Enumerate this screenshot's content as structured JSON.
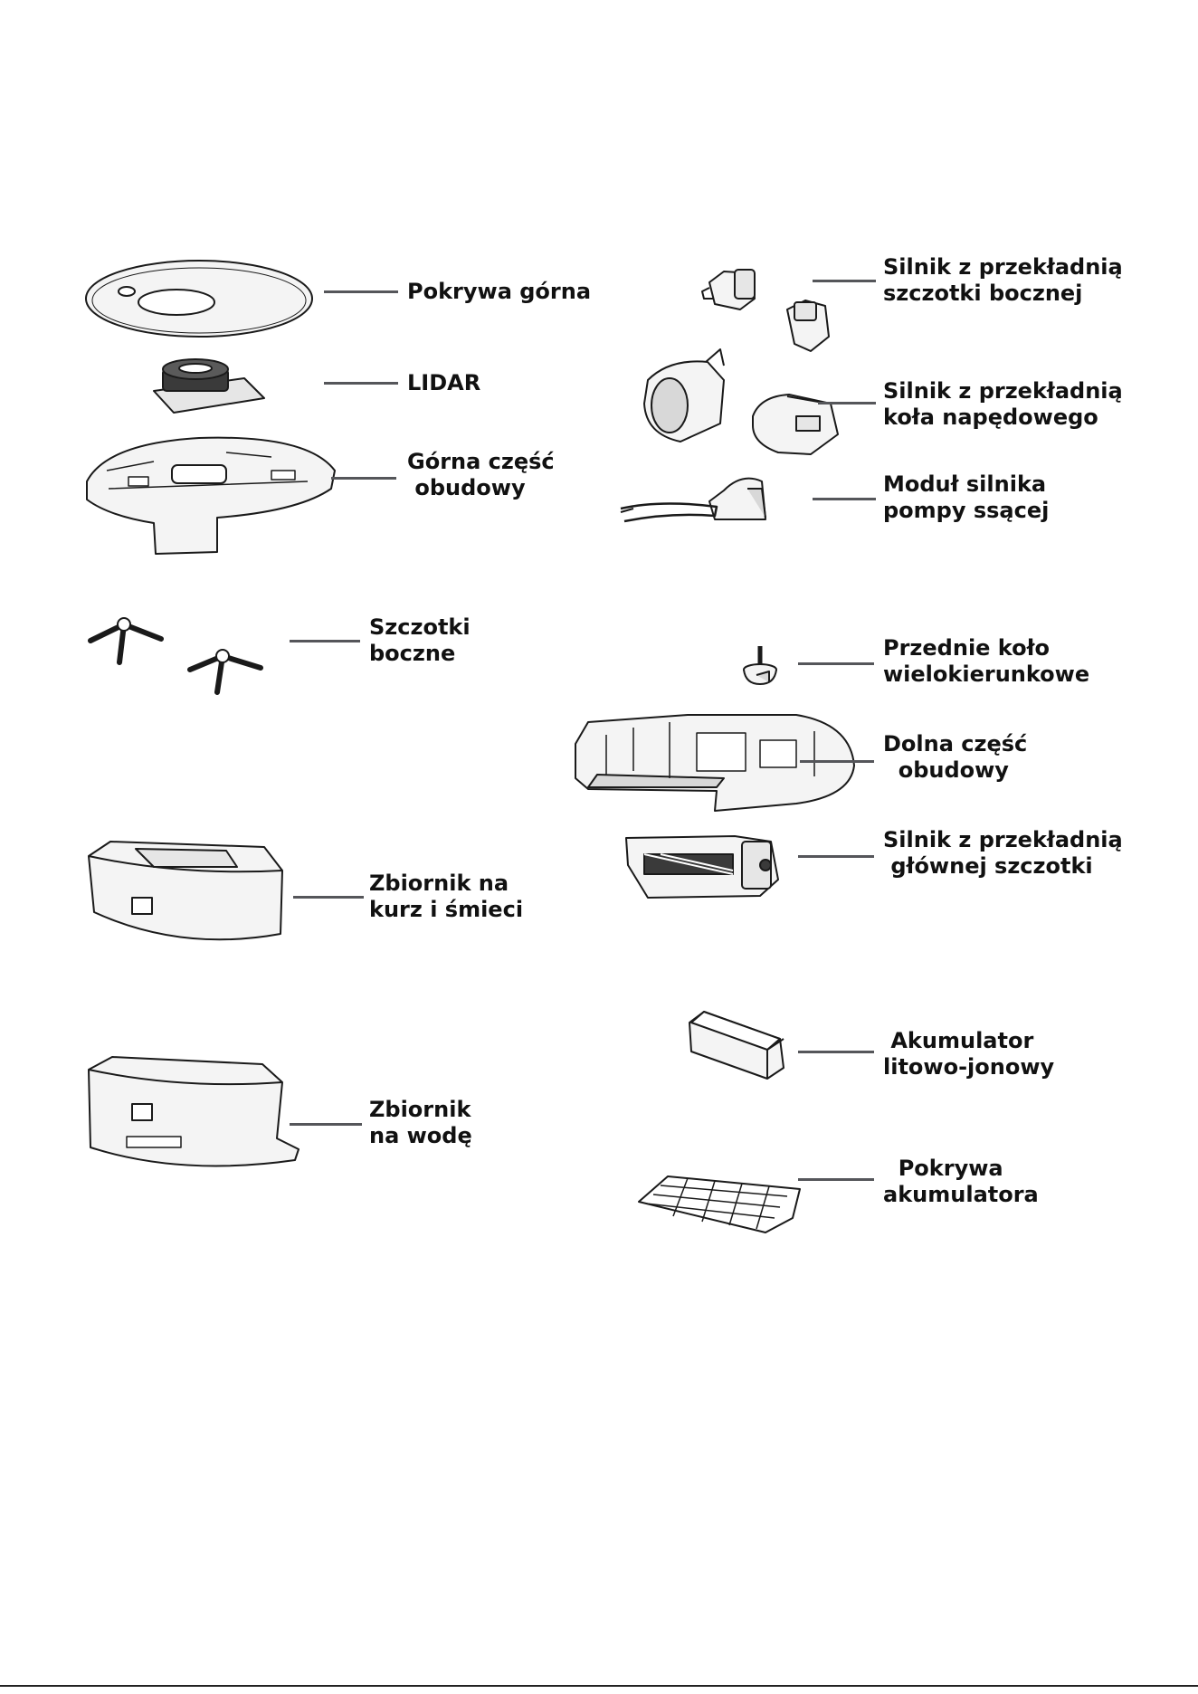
{
  "colors": {
    "line": "#1a1a1a",
    "leader": "#55565a",
    "fill": "#f4f4f4",
    "shade": "#d8d8d8",
    "dark": "#3a3a3a"
  },
  "parts": {
    "top_cover": {
      "label": "Pokrywa górna"
    },
    "lidar": {
      "label": "LIDAR"
    },
    "upper_housing": {
      "label": "Górna część\n obudowy"
    },
    "side_brushes": {
      "label": "Szczotki\nboczne"
    },
    "dust_bin": {
      "label": "Zbiornik na\nkurz i śmieci"
    },
    "water_tank": {
      "label": "Zbiornik\nna wodę"
    },
    "side_brush_motor": {
      "label": "Silnik z przekładnią\nszczotki bocznej"
    },
    "wheel_motor": {
      "label": "Silnik z przekładnią\nkoła napędowego"
    },
    "suction_motor": {
      "label": "Moduł silnika\npompy ssącej"
    },
    "caster_wheel": {
      "label": "Przednie koło\nwielokierunkowe"
    },
    "lower_housing": {
      "label": "Dolna część\n  obudowy"
    },
    "main_brush_motor": {
      "label": "Silnik z przekładnią\n głównej szczotki"
    },
    "battery": {
      "label": " Akumulator\nlitowo-jonowy"
    },
    "battery_cover": {
      "label": "  Pokrywa\nakumulatora"
    }
  }
}
